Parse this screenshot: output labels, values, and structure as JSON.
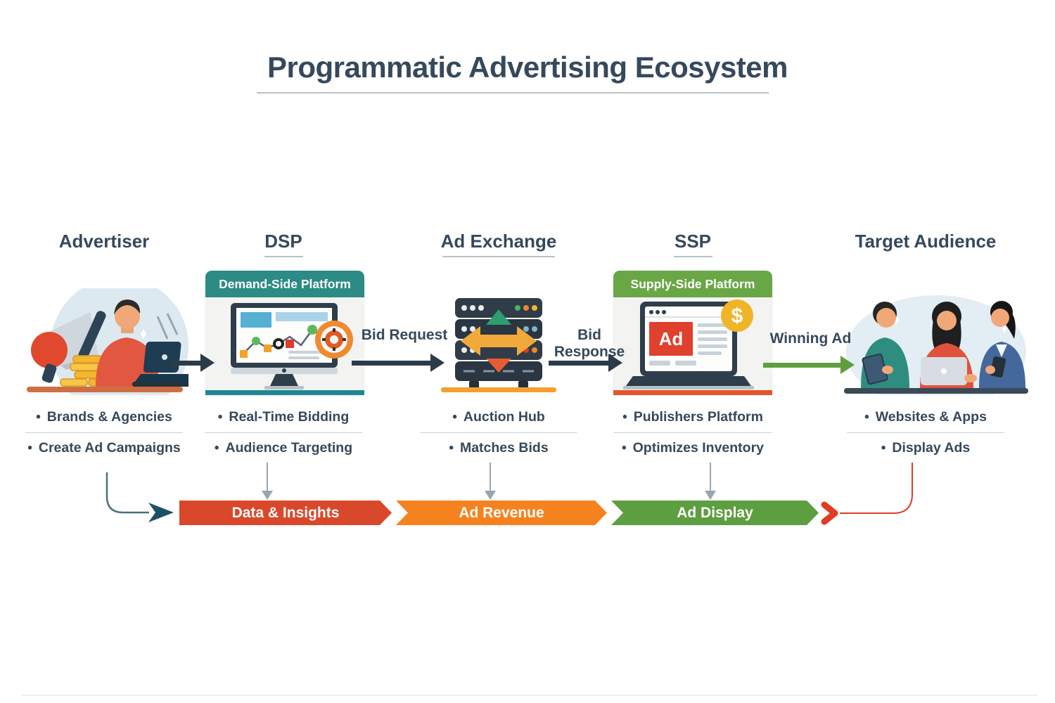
{
  "title": "Programmatic Advertising Ecosystem",
  "columns": [
    {
      "header": "Advertiser",
      "icon": "advertiser-person-illustration",
      "bullets": [
        "Brands & Agencies",
        "Create Ad Campaigns"
      ]
    },
    {
      "header": "DSP",
      "card_title": "Demand-Side Platform",
      "icon": "monitor-analytics-illustration",
      "bullets": [
        "Real-Time Bidding",
        "Audience Targeting"
      ]
    },
    {
      "header": "Ad Exchange",
      "icon": "server-exchange-illustration",
      "bullets": [
        "Auction Hub",
        "Matches Bids"
      ]
    },
    {
      "header": "SSP",
      "card_title": "Supply-Side Platform",
      "icon": "laptop-ad-illustration",
      "bullets": [
        "Publishers Platform",
        "Optimizes Inventory"
      ]
    },
    {
      "header": "Target Audience",
      "icon": "audience-people-illustration",
      "bullets": [
        "Websites & Apps",
        "Display Ads"
      ]
    }
  ],
  "connectors": {
    "dsp_to_exchange": {
      "label": "Bid Request"
    },
    "exchange_to_ssp": {
      "label": "Bid Response"
    },
    "ssp_to_audience": {
      "label": "Winning Ad"
    }
  },
  "bottom_flow": [
    {
      "label": "Data & Insights",
      "color": "#d9482a"
    },
    {
      "label": "Ad Revenue",
      "color": "#f5821f"
    },
    {
      "label": "Ad Display",
      "color": "#5d9e41"
    }
  ],
  "ssp_screen": {
    "ad_box_label": "Ad",
    "revenue_symbol": "$"
  },
  "colors": {
    "text_dark": "#36495c",
    "teal_header": "#2d8b85",
    "green_header": "#69a746",
    "dsp_bottom_stripe": "#1e8793",
    "ssp_bottom_stripe": "#e3552c",
    "exchange_bottom_bar": "#f3a02f",
    "dark_arrow": "#2b3b49",
    "green_arrow": "#5f9e3f",
    "gray_connector": "#9aa5ae",
    "advertiser_loop_line": "#49707d",
    "audience_loop_line": "#e23c22"
  }
}
